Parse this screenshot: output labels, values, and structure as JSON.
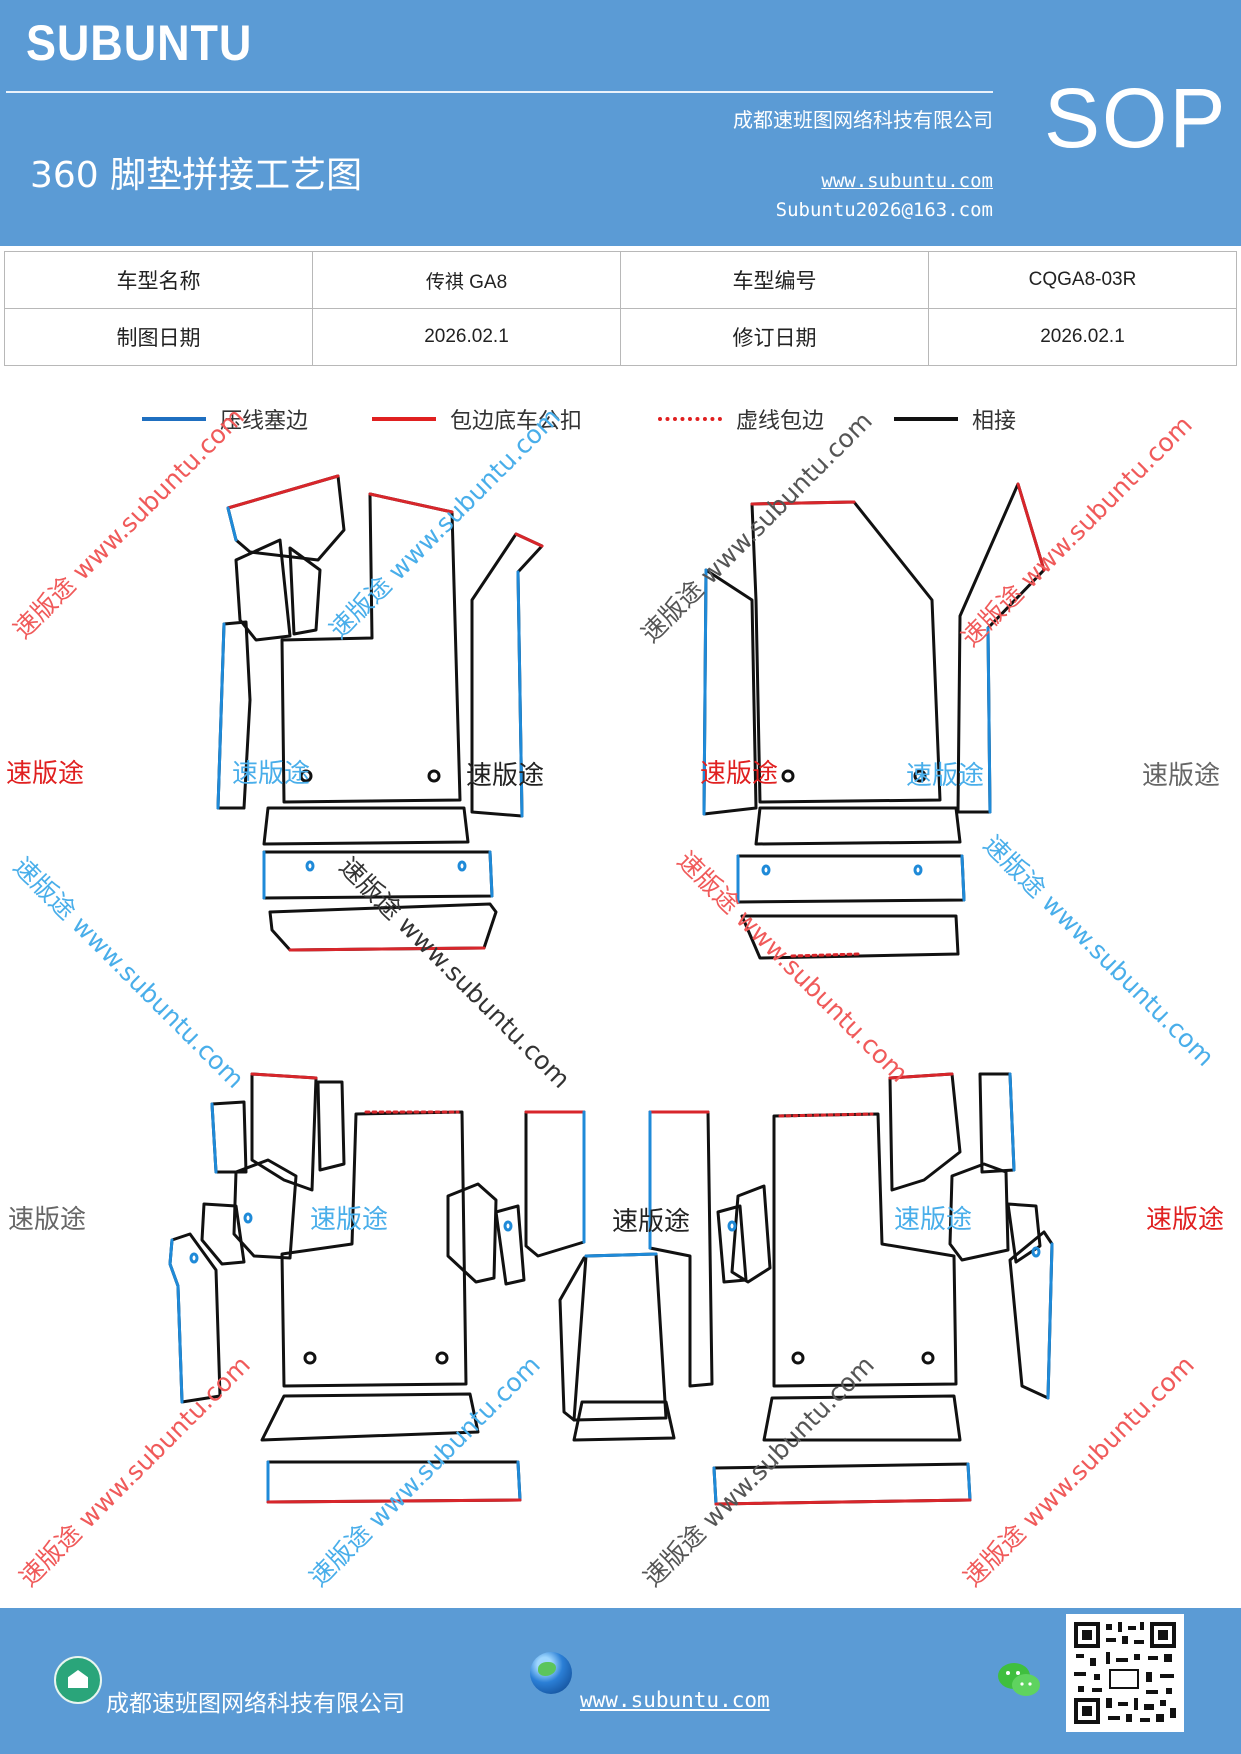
{
  "header": {
    "brand": "SUBUNTU",
    "title": "360 脚垫拼接工艺图",
    "company": "成都速班图网络科技有限公司",
    "website": "www.subuntu.com",
    "email": "Subuntu2026@163.com",
    "badge": "SOP"
  },
  "info_table": {
    "rows": [
      [
        "车型名称",
        "传祺 GA8",
        "车型编号",
        "CQGA8-03R"
      ],
      [
        "制图日期",
        "2026.02.1",
        "修订日期",
        "2026.02.1"
      ]
    ]
  },
  "legend": [
    {
      "label": "压线塞边",
      "color": "#1f6fc0",
      "style": "solid"
    },
    {
      "label": "包边底车公扣",
      "color": "#e02020",
      "style": "solid"
    },
    {
      "label": "虚线包边",
      "color": "#e02020",
      "style": "dotted"
    },
    {
      "label": "相接",
      "color": "#111111",
      "style": "solid"
    }
  ],
  "watermarks": {
    "brand_text": "速版途",
    "url_text": "速版途 www.subuntu.com",
    "url_text_short": "速版途 www.subuntu.com"
  },
  "colors": {
    "header_bg": "#5b9bd5",
    "blue_edge": "#1f8ad8",
    "red_edge": "#d8262b",
    "black_edge": "#111111"
  },
  "footer": {
    "company": "成都速班图网络科技有限公司",
    "website": "www.subuntu.com"
  },
  "icons": [
    "home-icon",
    "globe-icon",
    "wechat-icon",
    "qr-code"
  ]
}
